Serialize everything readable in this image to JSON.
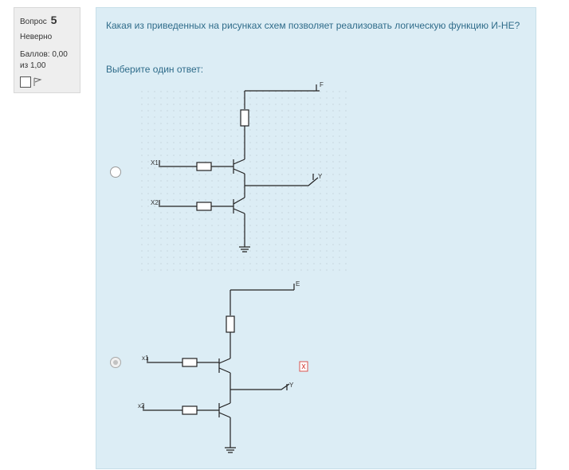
{
  "question_info": {
    "label": "Вопрос",
    "number": "5",
    "state": "Неверно",
    "grade_line1": "Баллов: 0,00",
    "grade_line2": "из 1,00"
  },
  "question": {
    "text": "Какая из приведенных на рисунках схем позволяет реализовать логическую функцию И-НЕ?",
    "prompt": "Выберите один ответ:"
  },
  "answers": [
    {
      "selected": false,
      "labels": {
        "supply": "F",
        "in1": "X1",
        "in2": "X2",
        "out": "Y"
      }
    },
    {
      "selected": true,
      "labels": {
        "supply": "E",
        "in1": "x1",
        "in2": "x2",
        "out": "Y"
      }
    }
  ]
}
